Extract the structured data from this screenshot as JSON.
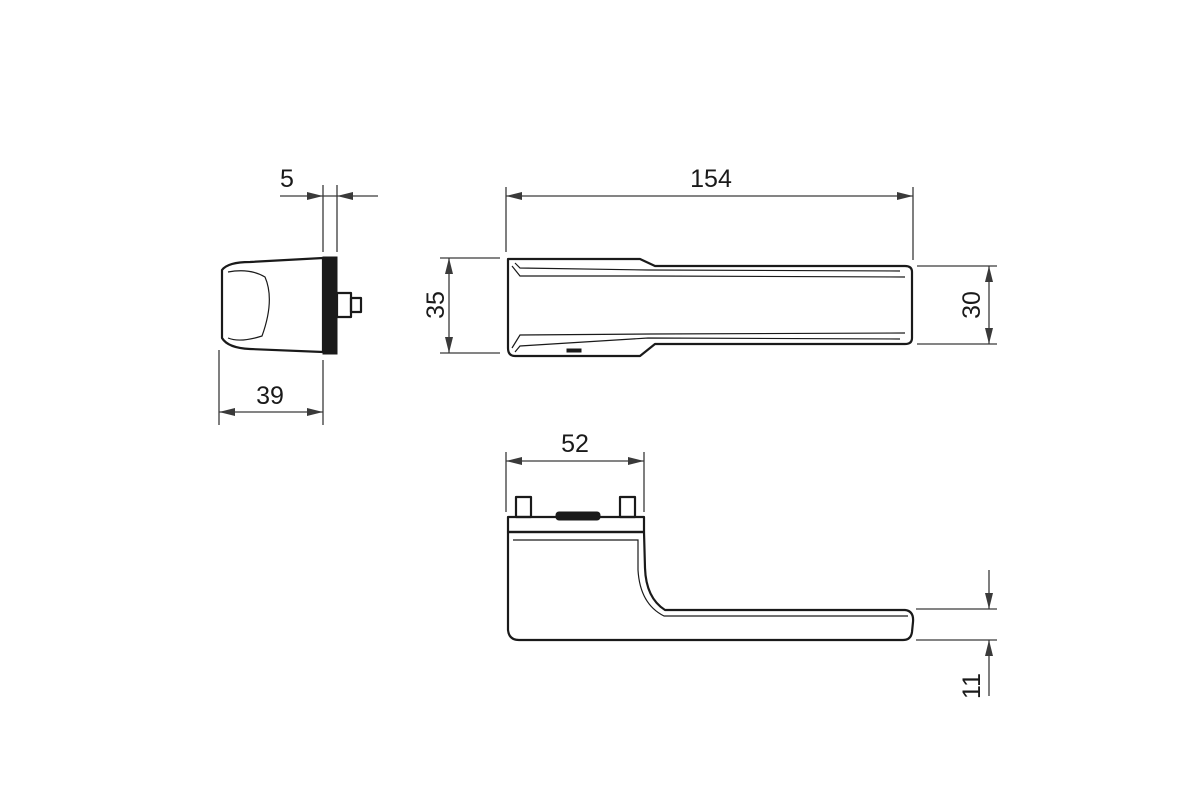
{
  "diagram": {
    "type": "technical-drawing",
    "subject": "door handle",
    "line_color": "#1a1a1a",
    "background": "#ffffff",
    "dimensions": {
      "rose_depth": "5",
      "rose_width": "39",
      "handle_length": "154",
      "grip_height_top": "35",
      "grip_height_end": "30",
      "projection": "52",
      "lever_thickness": "11"
    }
  }
}
